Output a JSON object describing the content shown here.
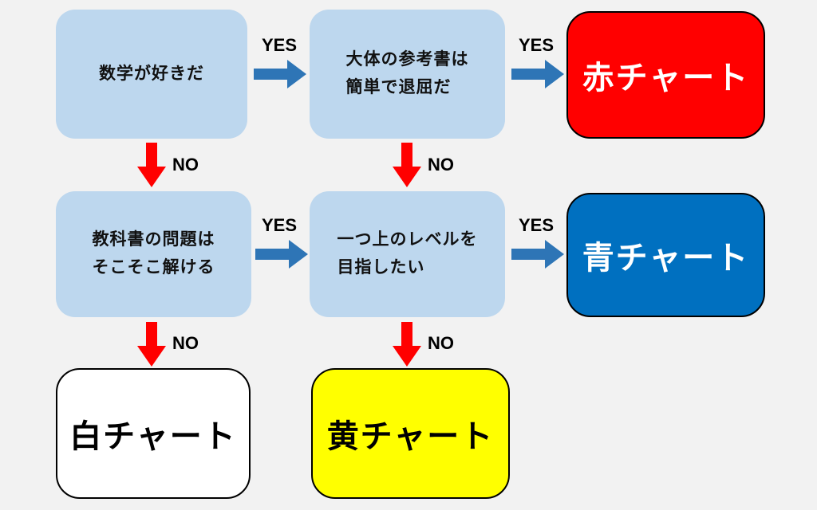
{
  "diagram_title": "math-chart-textbook-decision-flowchart",
  "colors": {
    "background": "#f2f2f2",
    "question_box": "#bdd7ee",
    "yes_arrow": "#2e75b6",
    "no_arrow": "#ff0000",
    "red_box": "#ff0000",
    "blue_box": "#0070c0",
    "white_box": "#ffffff",
    "yellow_box": "#ffff00"
  },
  "labels": {
    "yes": "YES",
    "no": "NO"
  },
  "nodes": {
    "q1": {
      "lines": [
        "数学が好きだ"
      ]
    },
    "q2": {
      "lines": [
        "大体の参考書は",
        "簡単で退屈だ"
      ]
    },
    "q3": {
      "lines": [
        "教科書の問題は",
        "そこそこ解ける"
      ]
    },
    "q4": {
      "lines": [
        "一つ上のレベルを",
        "目指したい"
      ]
    },
    "red": {
      "label": "赤チャート"
    },
    "blue": {
      "label": "青チャート"
    },
    "white": {
      "label": "白チャート"
    },
    "yellow": {
      "label": "黄チャート"
    }
  },
  "edges": [
    {
      "from": "q1",
      "to": "q2",
      "answer": "YES",
      "direction": "right"
    },
    {
      "from": "q2",
      "to": "red",
      "answer": "YES",
      "direction": "right"
    },
    {
      "from": "q1",
      "to": "q3",
      "answer": "NO",
      "direction": "down"
    },
    {
      "from": "q2",
      "to": "q4",
      "answer": "NO",
      "direction": "down"
    },
    {
      "from": "q3",
      "to": "q4",
      "answer": "YES",
      "direction": "right"
    },
    {
      "from": "q4",
      "to": "blue",
      "answer": "YES",
      "direction": "right"
    },
    {
      "from": "q3",
      "to": "white",
      "answer": "NO",
      "direction": "down"
    },
    {
      "from": "q4",
      "to": "yellow",
      "answer": "NO",
      "direction": "down"
    }
  ]
}
